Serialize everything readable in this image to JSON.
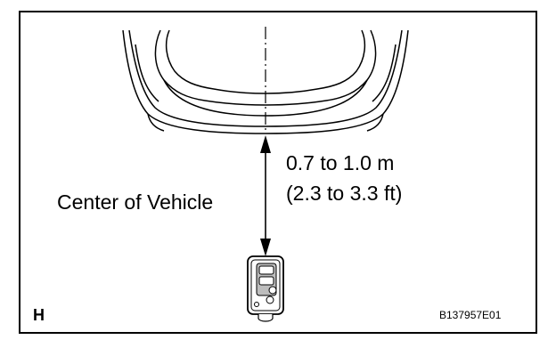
{
  "diagram": {
    "distance_metric": "0.7 to 1.0 m",
    "distance_imperial": "(2.3 to 3.3 ft)",
    "center_label": "Center of Vehicle",
    "corner_letter": "H",
    "figure_id": "B137957E01"
  }
}
